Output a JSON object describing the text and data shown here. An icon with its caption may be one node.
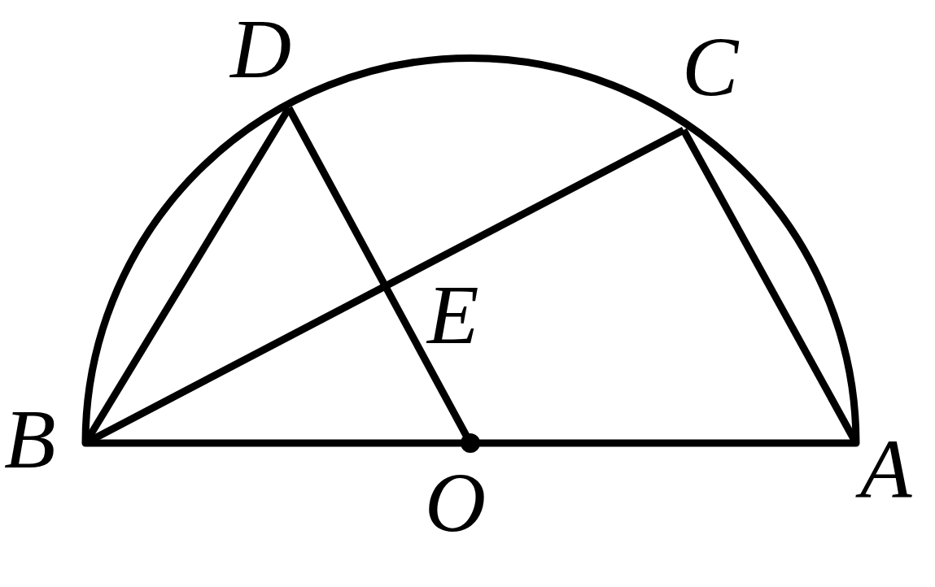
{
  "diagram": {
    "labels": [
      "D",
      "C",
      "E",
      "B",
      "O",
      "A"
    ]
  }
}
